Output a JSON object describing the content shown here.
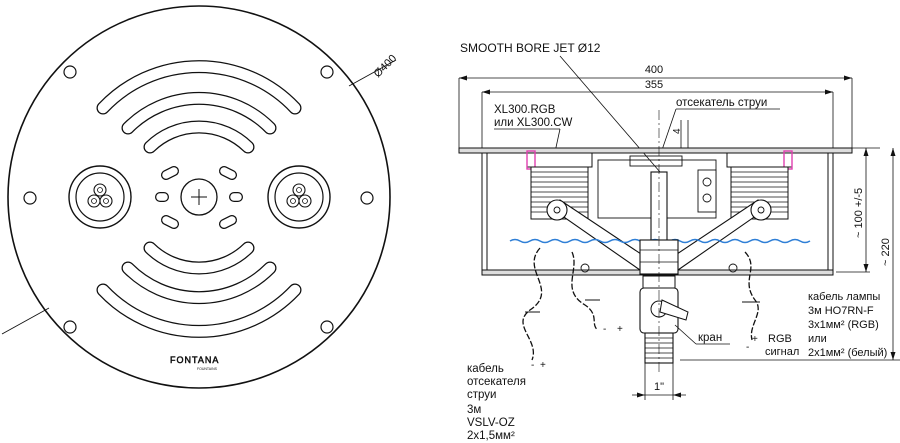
{
  "plan_view": {
    "diameter_label": "Ø400",
    "logo_text": "FONTANA",
    "logo_sub": "FOUNTAINS"
  },
  "section_view": {
    "title": "SMOOTH BORE JET Ø12",
    "dim_overall": "400",
    "dim_inner": "355",
    "dim_height_adjust": "~ 100 +/-5",
    "dim_height_total": "~ 220",
    "dim_small": "4",
    "dim_pipe": "1\"",
    "lamp_model_line1": "XL300.RGB",
    "lamp_model_line2": "или XL300.CW",
    "jet_cutoff_label": "отсекатель струи",
    "valve_label": "кран",
    "rgb_signal_line1": "RGB",
    "rgb_signal_line2": "сигнал",
    "lamp_cable_lines": [
      "кабель лампы",
      "3м HO7RN-F",
      "3x1мм² (RGB)",
      "или",
      "2x1мм² (белый)"
    ],
    "cutoff_cable_lines": [
      "кабель",
      "отсекателя",
      "струи",
      "",
      "3м",
      "VSLV-OZ",
      "2x1,5мм²"
    ],
    "wire_marks": [
      "+",
      "-",
      "+",
      "-",
      "+",
      "-"
    ]
  },
  "colors": {
    "line": "#111111",
    "water": "#2f7fd6",
    "seal": "#e040b0"
  }
}
